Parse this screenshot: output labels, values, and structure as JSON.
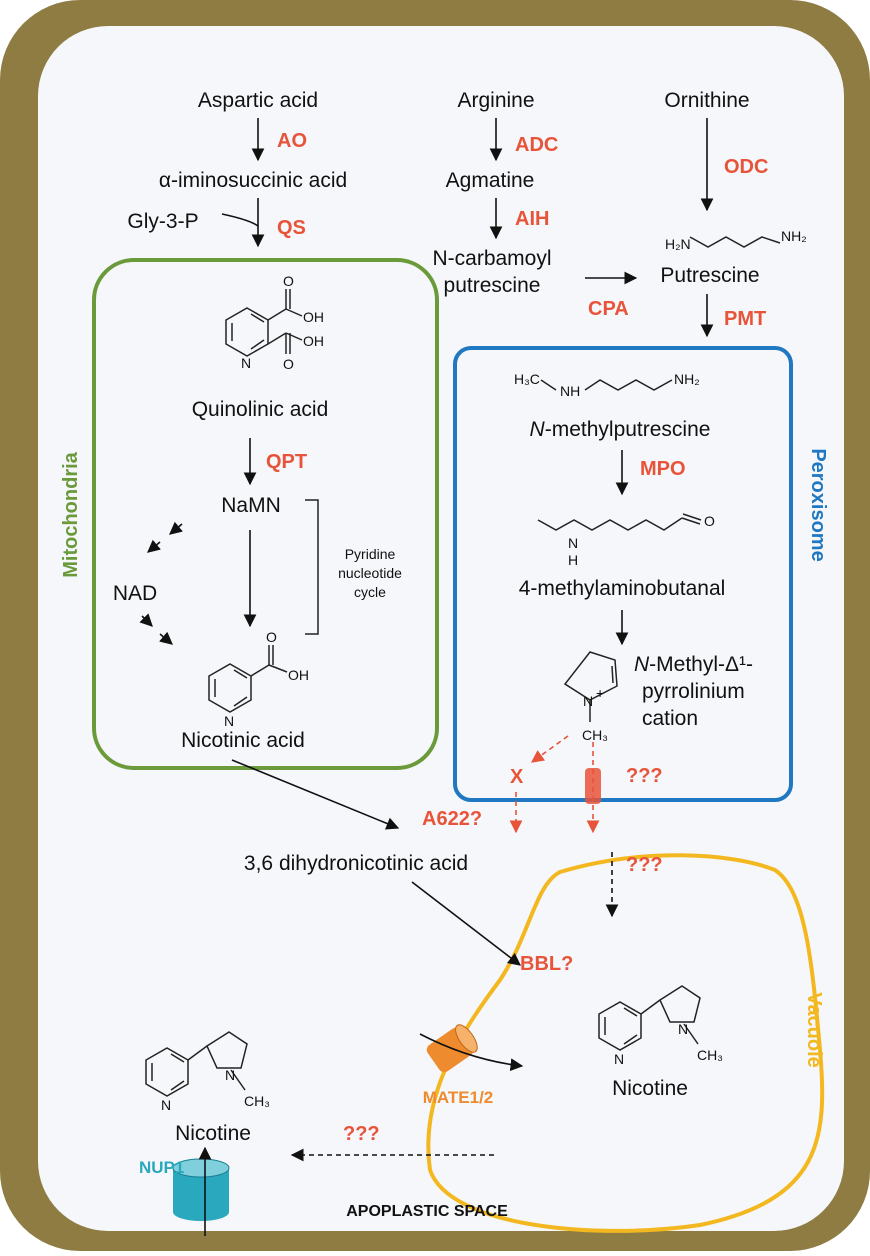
{
  "compartments": {
    "mitochondria": "Mitochondria",
    "peroxisome": "Peroxisome",
    "vacuole": "Vacuole",
    "apoplast": "APOPLASTIC SPACE"
  },
  "metabolites": {
    "aspartic_acid": "Aspartic acid",
    "iminosuccinic_acid": "α-iminosuccinic acid",
    "gly3p": "Gly-3-P",
    "arginine": "Arginine",
    "agmatine": "Agmatine",
    "n_carbamoyl_line1": "N-carbamoyl",
    "n_carbamoyl_line2": "putrescine",
    "ornithine": "Ornithine",
    "putrescine": "Putrescine",
    "quinolinic_acid": "Quinolinic acid",
    "namn": "NaMN",
    "nad": "NAD",
    "nicotinic_acid": "Nicotinic acid",
    "n_methylputrescine_n": "N",
    "n_methylputrescine_rest": "-methylputrescine",
    "methylaminobutanal": "4-methylaminobutanal",
    "cation_line1_n": "N",
    "cation_line1_rest": "-Methyl-Δ¹-",
    "cation_line2": "pyrrolinium",
    "cation_line3": "cation",
    "dihydronicotinic": "3,6 dihydronicotinic acid",
    "nicotine_vacuole": "Nicotine",
    "nicotine_cytosol": "Nicotine"
  },
  "cycle_label": {
    "line1": "Pyridine",
    "line2": "nucleotide",
    "line3": "cycle"
  },
  "enzymes": {
    "ao": "AO",
    "qs": "QS",
    "adc": "ADC",
    "aih": "AIH",
    "cpa": "CPA",
    "odc": "ODC",
    "pmt": "PMT",
    "qpt": "QPT",
    "mpo": "MPO",
    "a622": "A622?",
    "bbl": "BBL?",
    "x": "X",
    "unknown_peroxisome": "???",
    "unknown_vacuole_in": "???",
    "unknown_vacuole_out": "???"
  },
  "transporters": {
    "mate": "MATE1/2",
    "nup1": "NUP1"
  },
  "structure_atoms": {
    "oh": "OH",
    "o": "O",
    "n": "N",
    "h": "H",
    "h2n": "H₂N",
    "nh2": "NH₂",
    "h3c": "H₃C",
    "nh": "NH",
    "ch3": "CH₃",
    "plus": "+"
  },
  "colors": {
    "cell_wall": "#8e7c43",
    "cell_interior": "#f5f7fa",
    "mitochondria": "#6a9a3a",
    "peroxisome": "#1f78c1",
    "vacuole": "#f3b820",
    "enzyme": "#e8543a",
    "mate": "#ee8b2e",
    "nup1": "#2aa8bd"
  }
}
